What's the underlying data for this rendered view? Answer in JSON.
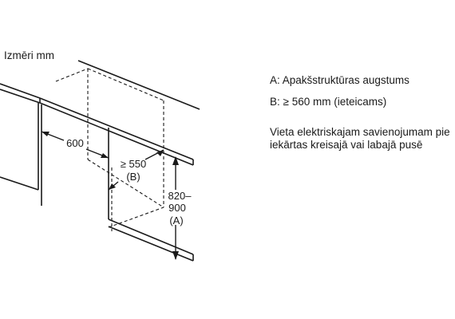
{
  "title": "Izmēri mm",
  "dimensions": {
    "width": "600",
    "gap_value": "≥ 550",
    "gap_letter": "(B)",
    "height_top": "820–",
    "height_bottom": "900",
    "height_letter": "(A)"
  },
  "legend": {
    "a_key": "A:",
    "a_text": "Apakšstruktūras augstums",
    "b_key": "B:",
    "b_text": "≥ 560 mm (ieteicams)",
    "note_line1": "Vieta elektriskajam savienojumam pie",
    "note_line2": "iekārtas kreisajā vai labajā pusē"
  }
}
